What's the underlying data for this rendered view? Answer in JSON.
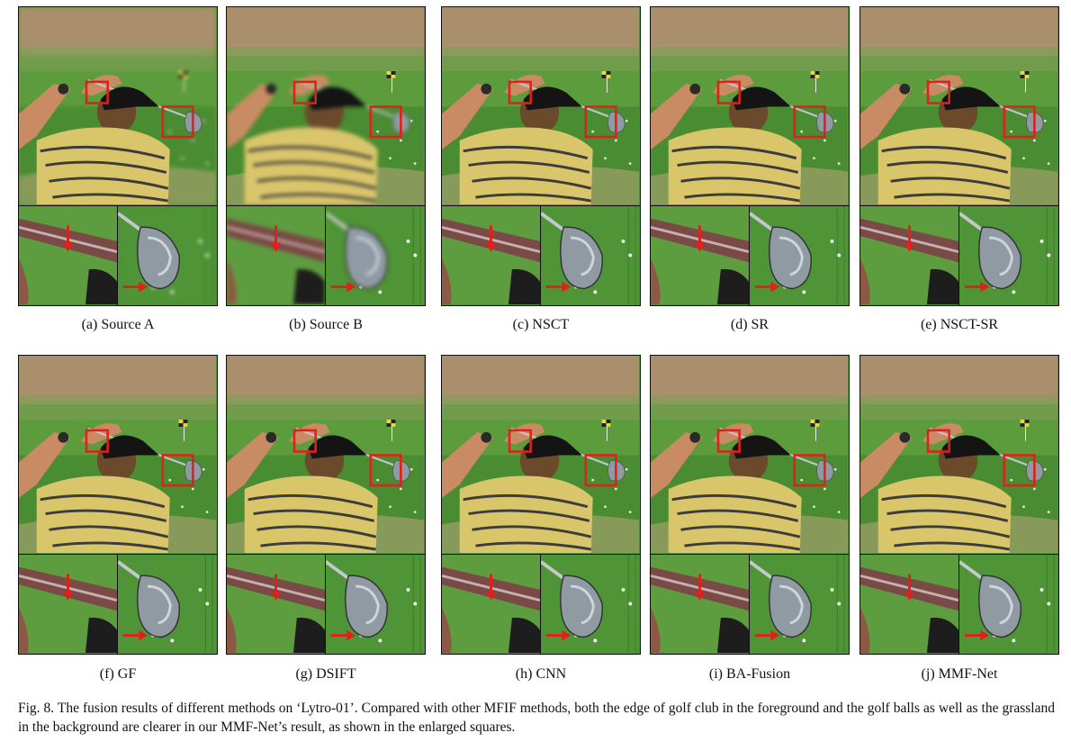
{
  "panels": [
    {
      "label": "(a) Source A",
      "focus": "near"
    },
    {
      "label": "(b) Source B",
      "focus": "far"
    },
    {
      "label": "(c) NSCT",
      "focus": "all"
    },
    {
      "label": "(d) SR",
      "focus": "all"
    },
    {
      "label": "(e) NSCT-SR",
      "focus": "all"
    },
    {
      "label": "(f) GF",
      "focus": "all"
    },
    {
      "label": "(g) DSIFT",
      "focus": "all"
    },
    {
      "label": "(h) CNN",
      "focus": "all"
    },
    {
      "label": "(i) BA-Fusion",
      "focus": "all"
    },
    {
      "label": "(j) MMF-Net",
      "focus": "all"
    }
  ],
  "figure_caption": "Fig. 8.  The fusion results of different methods on ‘Lytro-01’. Compared with other MFIF methods, both the edge of golf club in the foreground and the golf balls as well as the grassland in the background are clearer in our MMF-Net’s result, as shown in the enlarged squares.",
  "colors": {
    "highlight_box": "#e0201a",
    "arrow": "#e0201a",
    "grass": "#4f9434",
    "shirt": "#d9c56a",
    "shirt_stripe": "#3c3c3c",
    "cap": "#141414",
    "skin": "#c98b63",
    "hair": "#6b4a2c",
    "club_head": "#8f9aa3",
    "fairway_top": "#a98f6c"
  }
}
